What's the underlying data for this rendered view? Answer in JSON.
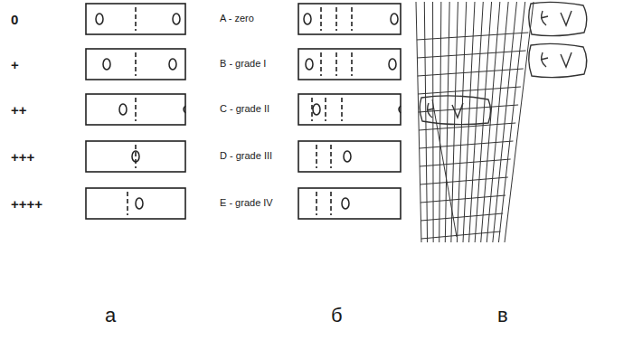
{
  "diagram": {
    "labels": [
      "0",
      "+",
      "++",
      "+++",
      "++++",
      "A - zero",
      "B - grade I",
      "C - grade II",
      "D - grade III",
      "E - grade IV",
      "а",
      "б",
      "в"
    ]
  }
}
